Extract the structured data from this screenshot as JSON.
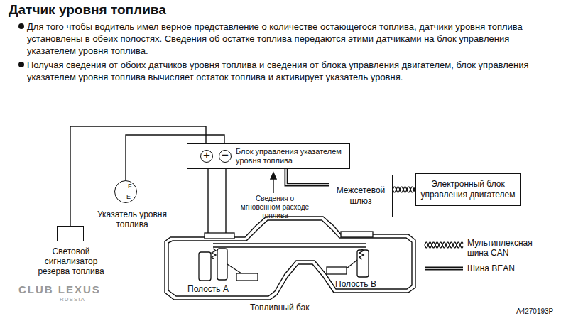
{
  "diagram": {
    "title": "Датчик уровня топлива",
    "nodes": [
      {
        "text": [
          "Блок управления указателем уровня топлива"
        ]
      },
      {
        "text": [
          "Межсетевой шлюз"
        ]
      },
      {
        "text": [
          "Электронный блок управления двигателем"
        ]
      },
      {
        "text": [
          "Световой сигнализатор резерва топлива"
        ]
      },
      {
        "text": [
          "F",
          "E",
          "Указатель уровня топлива"
        ]
      }
    ],
    "edges": [
      {
        "from": 3,
        "to": 0,
        "arrow": "none"
      },
      {
        "from": 4,
        "to": 0,
        "arrow": "none"
      },
      {
        "from": 0,
        "to": 1,
        "arrow": "none"
      },
      {
        "from": 1,
        "to": 2,
        "arrow": "none"
      }
    ],
    "labels": [
      "Для того чтобы водитель имел верное представление о количестве остающегося топлива, датчики уровня топлива установлены в обеих полостях. Сведения об остатке топлива передаются этими датчиками на блок управления указателем уровня топлива.",
      "Получая сведения от обоих датчиков уровня топлива и сведения от блока управления двигателем, блок управления указателем уровня топлива вычисляет остаток топлива и активирует указатель уровня.",
      "+",
      "−",
      "Сведения о мгновенном расходе топлива",
      "Полость А",
      "Полость В",
      "Топливный бак",
      "A4270193P",
      "CLUB LEXUS",
      "RUSSIA"
    ],
    "legend": [
      {
        "text": "Мультиплексная шина CAN"
      },
      {
        "text": "Шина BEAN"
      }
    ]
  }
}
